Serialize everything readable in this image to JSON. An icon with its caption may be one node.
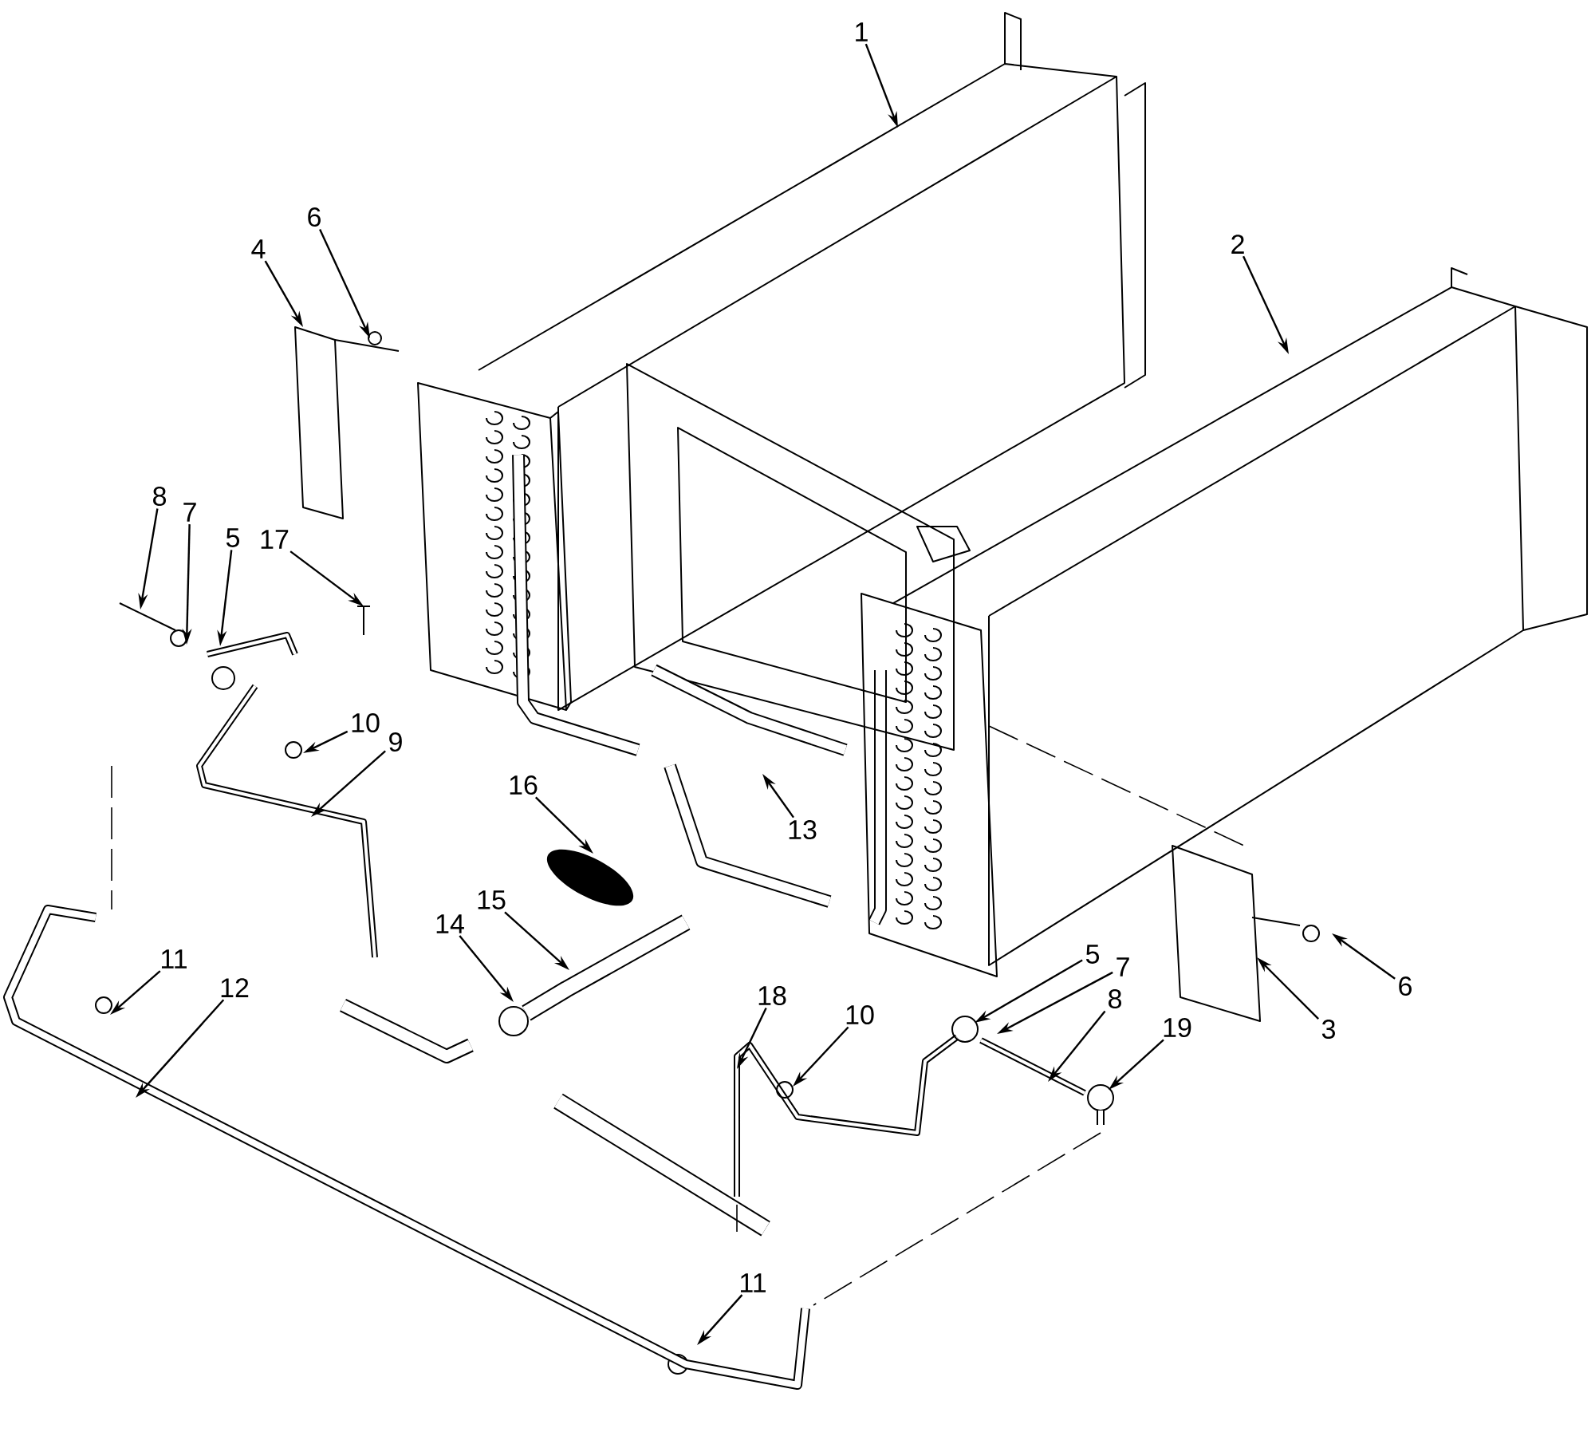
{
  "diagram": {
    "nodes": [
      {
        "text": [
          "1"
        ]
      },
      {
        "text": [
          "6"
        ]
      },
      {
        "text": [
          "2"
        ]
      },
      {
        "text": [
          "4"
        ]
      },
      {
        "text": [
          "8"
        ]
      },
      {
        "text": [
          "7"
        ]
      },
      {
        "text": [
          "5"
        ]
      },
      {
        "text": [
          "17"
        ]
      },
      {
        "text": [
          "10"
        ]
      },
      {
        "text": [
          "9"
        ]
      },
      {
        "text": [
          "16"
        ]
      },
      {
        "text": [
          "13"
        ]
      },
      {
        "text": [
          "15"
        ]
      },
      {
        "text": [
          "14"
        ]
      },
      {
        "text": [
          "5"
        ]
      },
      {
        "text": [
          "11"
        ]
      },
      {
        "text": [
          "7"
        ]
      },
      {
        "text": [
          "6"
        ]
      },
      {
        "text": [
          "12"
        ]
      },
      {
        "text": [
          "18"
        ]
      },
      {
        "text": [
          "8"
        ]
      },
      {
        "text": [
          "10"
        ]
      },
      {
        "text": [
          "3"
        ]
      },
      {
        "text": [
          "19"
        ]
      },
      {
        "text": [
          "11"
        ]
      }
    ],
    "edges": [
      {
        "from": 0,
        "to": null,
        "arrow": "to"
      },
      {
        "from": 1,
        "to": null,
        "arrow": "to"
      },
      {
        "from": 2,
        "to": null,
        "arrow": "to"
      },
      {
        "from": 3,
        "to": null,
        "arrow": "to"
      },
      {
        "from": 4,
        "to": null,
        "arrow": "to"
      },
      {
        "from": 5,
        "to": null,
        "arrow": "to"
      },
      {
        "from": 6,
        "to": null,
        "arrow": "to"
      },
      {
        "from": 7,
        "to": null,
        "arrow": "to"
      },
      {
        "from": 8,
        "to": null,
        "arrow": "to"
      },
      {
        "from": 9,
        "to": null,
        "arrow": "to"
      },
      {
        "from": 10,
        "to": null,
        "arrow": "to"
      },
      {
        "from": 11,
        "to": null,
        "arrow": "to"
      },
      {
        "from": 12,
        "to": null,
        "arrow": "to"
      },
      {
        "from": 13,
        "to": null,
        "arrow": "to"
      },
      {
        "from": 14,
        "to": null,
        "arrow": "to"
      },
      {
        "from": 15,
        "to": null,
        "arrow": "to"
      },
      {
        "from": 16,
        "to": null,
        "arrow": "to"
      },
      {
        "from": 17,
        "to": null,
        "arrow": "to"
      },
      {
        "from": 18,
        "to": null,
        "arrow": "to"
      },
      {
        "from": 19,
        "to": null,
        "arrow": "to"
      },
      {
        "from": 20,
        "to": null,
        "arrow": "to"
      },
      {
        "from": 21,
        "to": null,
        "arrow": "to"
      },
      {
        "from": 22,
        "to": null,
        "arrow": "to"
      },
      {
        "from": 23,
        "to": null,
        "arrow": "to"
      },
      {
        "from": 24,
        "to": null,
        "arrow": "to"
      }
    ]
  }
}
